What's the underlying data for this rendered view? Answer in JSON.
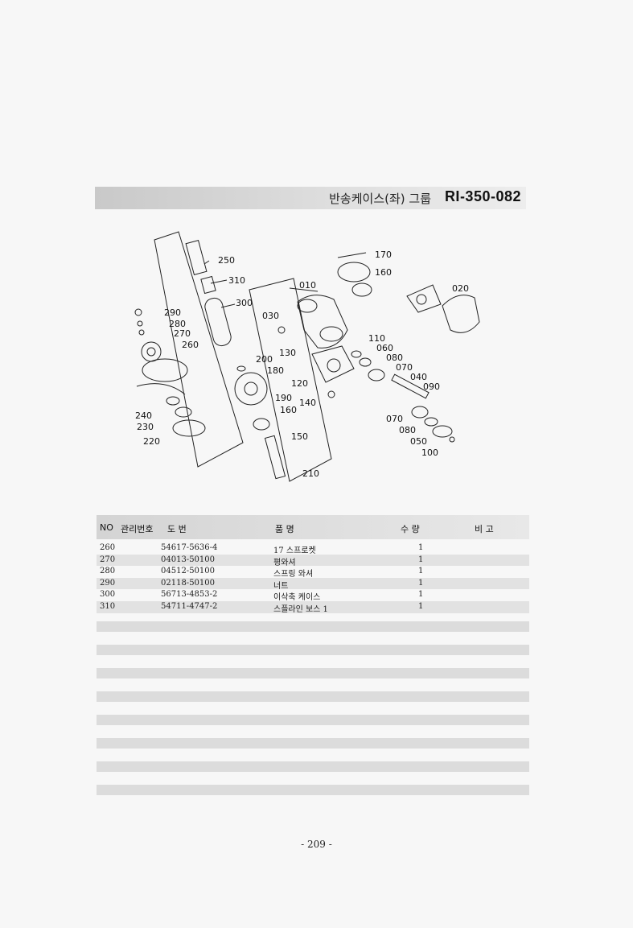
{
  "header": {
    "title_ko": "반송케이스(좌) 그룹",
    "model_code": "RI-350-082"
  },
  "diagram": {
    "part_labels": [
      "250",
      "310",
      "300",
      "290",
      "280",
      "270",
      "260",
      "200",
      "180",
      "190",
      "160",
      "240",
      "230",
      "220",
      "150",
      "210",
      "010",
      "030",
      "130",
      "110",
      "060",
      "080",
      "070",
      "120",
      "140",
      "040",
      "090",
      "170",
      "160",
      "020",
      "070",
      "080",
      "050",
      "100"
    ]
  },
  "table": {
    "headers": {
      "no": "NO",
      "mgmt_no": "관리번호",
      "drawing_no": "도 번",
      "part_name": "품 명",
      "qty": "수 량",
      "remarks": "비 고"
    },
    "rows": [
      {
        "no": "260",
        "drawing_no": "54617-5636-4",
        "part_name": "17 스프로켓",
        "qty": "1"
      },
      {
        "no": "270",
        "drawing_no": "04013-50100",
        "part_name": "평와셔",
        "qty": "1"
      },
      {
        "no": "280",
        "drawing_no": "04512-50100",
        "part_name": "스프링 와셔",
        "qty": "1"
      },
      {
        "no": "290",
        "drawing_no": "02118-50100",
        "part_name": "너트",
        "qty": "1"
      },
      {
        "no": "300",
        "drawing_no": "56713-4853-2",
        "part_name": "이삭축 케이스",
        "qty": "1"
      },
      {
        "no": "310",
        "drawing_no": "54711-4747-2",
        "part_name": "스플라인 보스 1",
        "qty": "1"
      }
    ]
  },
  "footer": {
    "page_number": "- 209 -"
  }
}
